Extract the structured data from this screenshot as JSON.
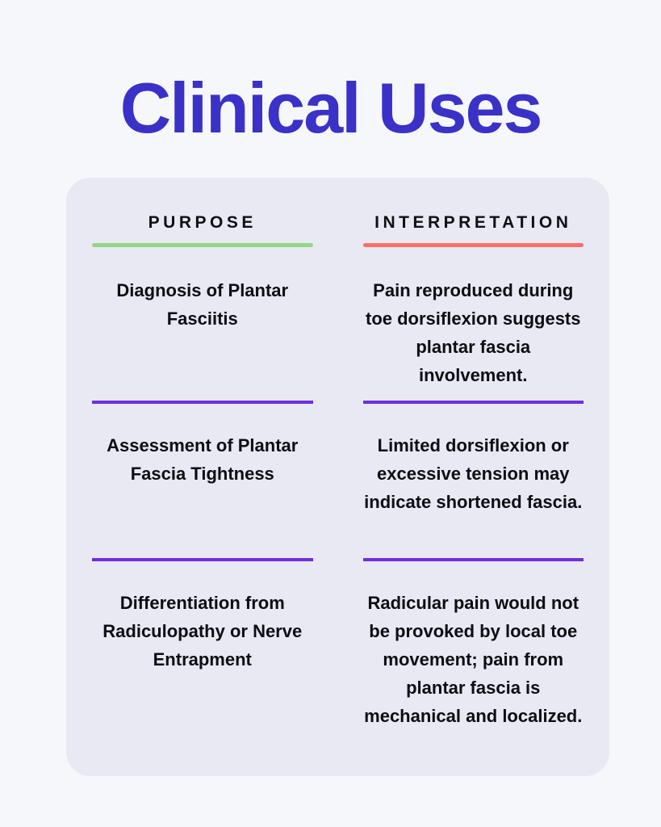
{
  "page": {
    "title": "Clinical Uses"
  },
  "table": {
    "columns": [
      {
        "header": "PURPOSE",
        "underline_color": "#92d789"
      },
      {
        "header": "INTERPRETATION",
        "underline_color": "#f8706a"
      }
    ],
    "rows": [
      {
        "purpose": "Diagnosis of Plantar Fasciitis",
        "interpretation": "Pain reproduced during toe dorsiflexion suggests plantar fascia involvement."
      },
      {
        "purpose": "Assessment of Plantar Fascia Tightness",
        "interpretation": "Limited dorsiflexion or excessive tension may indicate shortened fascia."
      },
      {
        "purpose": "Differentiation from Radiculopathy or Nerve Entrapment",
        "interpretation": "Radicular pain would not be provoked by local toe movement; pain from plantar fascia is mechanical and localized."
      }
    ]
  },
  "colors": {
    "title": "#3a31c8",
    "page_background": "#f6f7fb",
    "card_background": "#e8e9f2",
    "body_text": "#0d0d12",
    "purpose_underline": "#92d789",
    "interpretation_underline": "#f8706a",
    "row_divider": "#6f2fdd"
  }
}
